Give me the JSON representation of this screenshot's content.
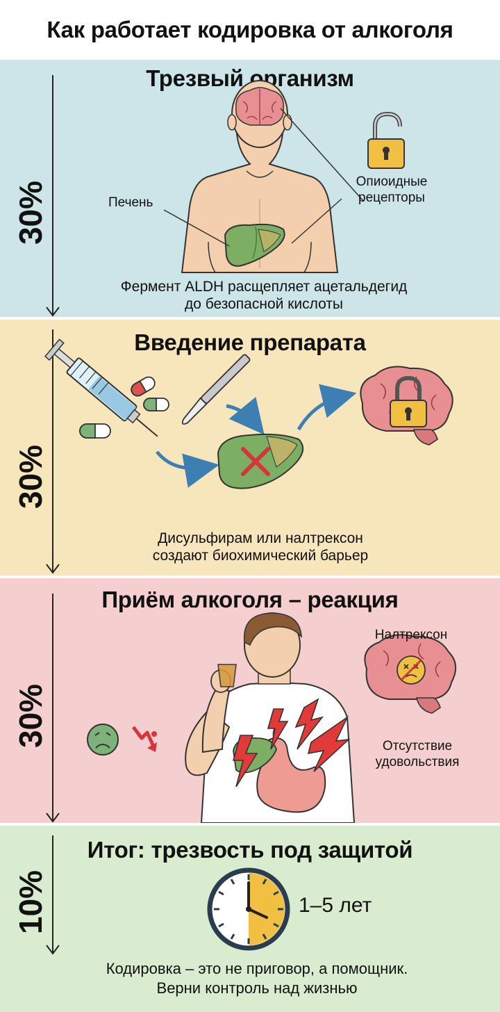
{
  "title": "Как работает кодировка от алкоголя",
  "sections": [
    {
      "percent": "30%",
      "title": "Трезвый организм",
      "labels": {
        "liver": "Печень",
        "receptors": "Опиоидные рецепторы"
      },
      "caption_lines": [
        "Фермент ALDH расщепляет ацетальдегид",
        "до безопасной кислоты"
      ],
      "color": "#cde5e8"
    },
    {
      "percent": "30%",
      "title": "Введение препарата",
      "caption_lines": [
        "Дисульфирам или налтрексон",
        "создают биохимический барьер"
      ],
      "color": "#f7e5bb"
    },
    {
      "percent": "30%",
      "title": "Приём алкоголя – реакция",
      "labels": {
        "naltrexone": "Налтрексон",
        "no_pleasure_lines": [
          "Отсутствие",
          "удовольствия"
        ]
      },
      "color": "#f5cfcf"
    },
    {
      "percent": "10%",
      "title": "Итог: трезвость под защитой",
      "duration": "1–5 лет",
      "caption_lines": [
        "Кодировка – это не приговор, а помощник.",
        "Верни контроль над жизнью"
      ],
      "color": "#d9ecd0"
    }
  ],
  "icons": [
    "brain-icon",
    "lock-icon",
    "liver-icon",
    "syringe-icon",
    "pill-icon",
    "scalpel-icon",
    "cross-mark-icon",
    "stomach-icon",
    "lightning-icon",
    "clock-icon",
    "sad-face-icon"
  ]
}
